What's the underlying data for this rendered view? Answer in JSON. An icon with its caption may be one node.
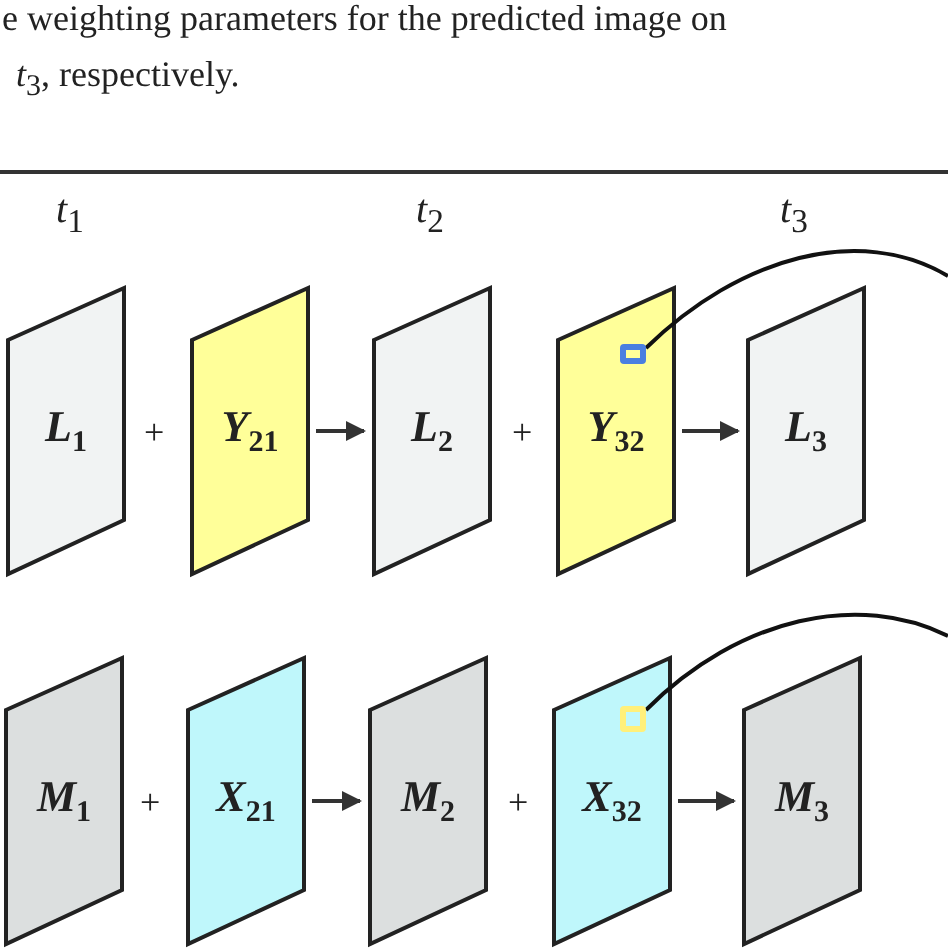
{
  "diagram": {
    "nodes": [
      {
        "text": [
          "*L*$_{1}$"
        ]
      },
      {
        "text": [
          "*Y*$_{21}$"
        ]
      },
      {
        "text": [
          "*L*$_{2}$"
        ]
      },
      {
        "text": [
          "*Y*$_{32}$"
        ]
      },
      {
        "text": [],
        "shape": "box",
        "in": 3
      },
      {
        "text": [
          "*L*$_{3}$"
        ]
      },
      {
        "text": [
          "*M*$_{1}$"
        ]
      },
      {
        "text": [
          "*X*$_{21}$"
        ]
      },
      {
        "text": [
          "*M*$_{2}$"
        ]
      },
      {
        "text": [
          "*X*$_{32}$"
        ]
      },
      {
        "text": [],
        "shape": "box",
        "in": 9
      },
      {
        "text": [
          "*M*$_{3}$"
        ]
      }
    ],
    "edges": [
      {
        "from": 1,
        "to": 2,
        "arrow": "to"
      },
      {
        "from": 3,
        "to": 5,
        "arrow": "to"
      },
      {
        "from": 4,
        "to": null,
        "arrow": "none"
      },
      {
        "from": 7,
        "to": 8,
        "arrow": "to"
      },
      {
        "from": 9,
        "to": 11,
        "arrow": "to"
      },
      {
        "from": 10,
        "to": null,
        "arrow": "none"
      }
    ],
    "labels": [
      "e weighting parameters for the predicted image on",
      "*t*$_{3}$, respectively.",
      "*t*$_{1}$",
      "*t*$_{2}$",
      "*t*$_{3}$",
      "+",
      "+",
      "+",
      "+"
    ]
  }
}
